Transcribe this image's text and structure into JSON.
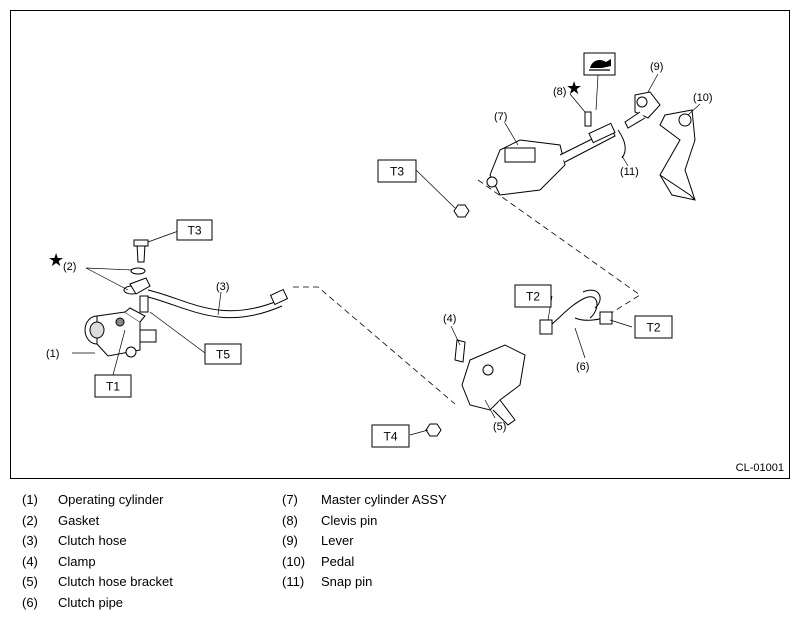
{
  "figure_code": "CL-01001",
  "callouts": {
    "c1": "(1)",
    "c2": "(2)",
    "c3": "(3)",
    "c4": "(4)",
    "c5": "(5)",
    "c6": "(6)",
    "c7": "(7)",
    "c8": "(8)",
    "c9": "(9)",
    "c10": "(10)",
    "c11": "(11)"
  },
  "torque_boxes": {
    "t1": "T1",
    "t2a": "T2",
    "t2b": "T2",
    "t3a": "T3",
    "t3b": "T3",
    "t4": "T4",
    "t5": "T5"
  },
  "stars": {
    "s1": "★",
    "s2": "★"
  },
  "legend": {
    "left": [
      {
        "num": "(1)",
        "name": "Operating cylinder"
      },
      {
        "num": "(2)",
        "name": "Gasket"
      },
      {
        "num": "(3)",
        "name": "Clutch hose"
      },
      {
        "num": "(4)",
        "name": "Clamp"
      },
      {
        "num": "(5)",
        "name": "Clutch hose bracket"
      },
      {
        "num": "(6)",
        "name": "Clutch pipe"
      }
    ],
    "right": [
      {
        "num": "(7)",
        "name": "Master cylinder ASSY"
      },
      {
        "num": "(8)",
        "name": "Clevis pin"
      },
      {
        "num": "(9)",
        "name": "Lever"
      },
      {
        "num": "(10)",
        "name": "Pedal"
      },
      {
        "num": "(11)",
        "name": "Snap pin"
      }
    ]
  },
  "icons": {
    "grease_symbol": "grease-icon"
  }
}
